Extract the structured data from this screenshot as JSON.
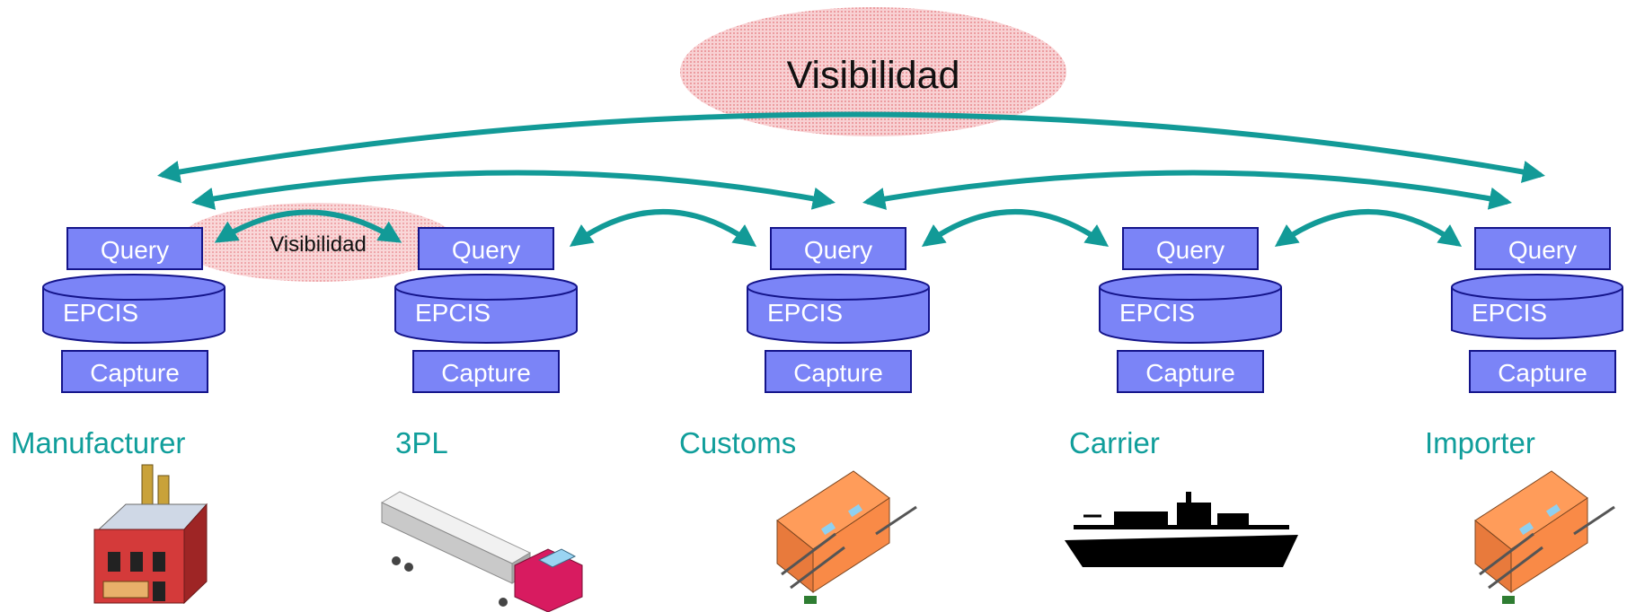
{
  "visibility": {
    "global_label": "Visibilidad",
    "local_label": "Visibilidad"
  },
  "layers": {
    "query": "Query",
    "repository": "EPCIS",
    "capture": "Capture"
  },
  "parties": [
    {
      "name": "Manufacturer",
      "icon": "factory-icon"
    },
    {
      "name": "3PL",
      "icon": "truck-icon"
    },
    {
      "name": "Customs",
      "icon": "warehouse-icon"
    },
    {
      "name": "Carrier",
      "icon": "ship-icon"
    },
    {
      "name": "Importer",
      "icon": "warehouse-icon"
    }
  ],
  "colors": {
    "box_fill": "#7b84f7",
    "box_stroke": "#14148a",
    "arrow": "#129a97",
    "label": "#109e9b",
    "highlight": "#f2a5a8"
  }
}
